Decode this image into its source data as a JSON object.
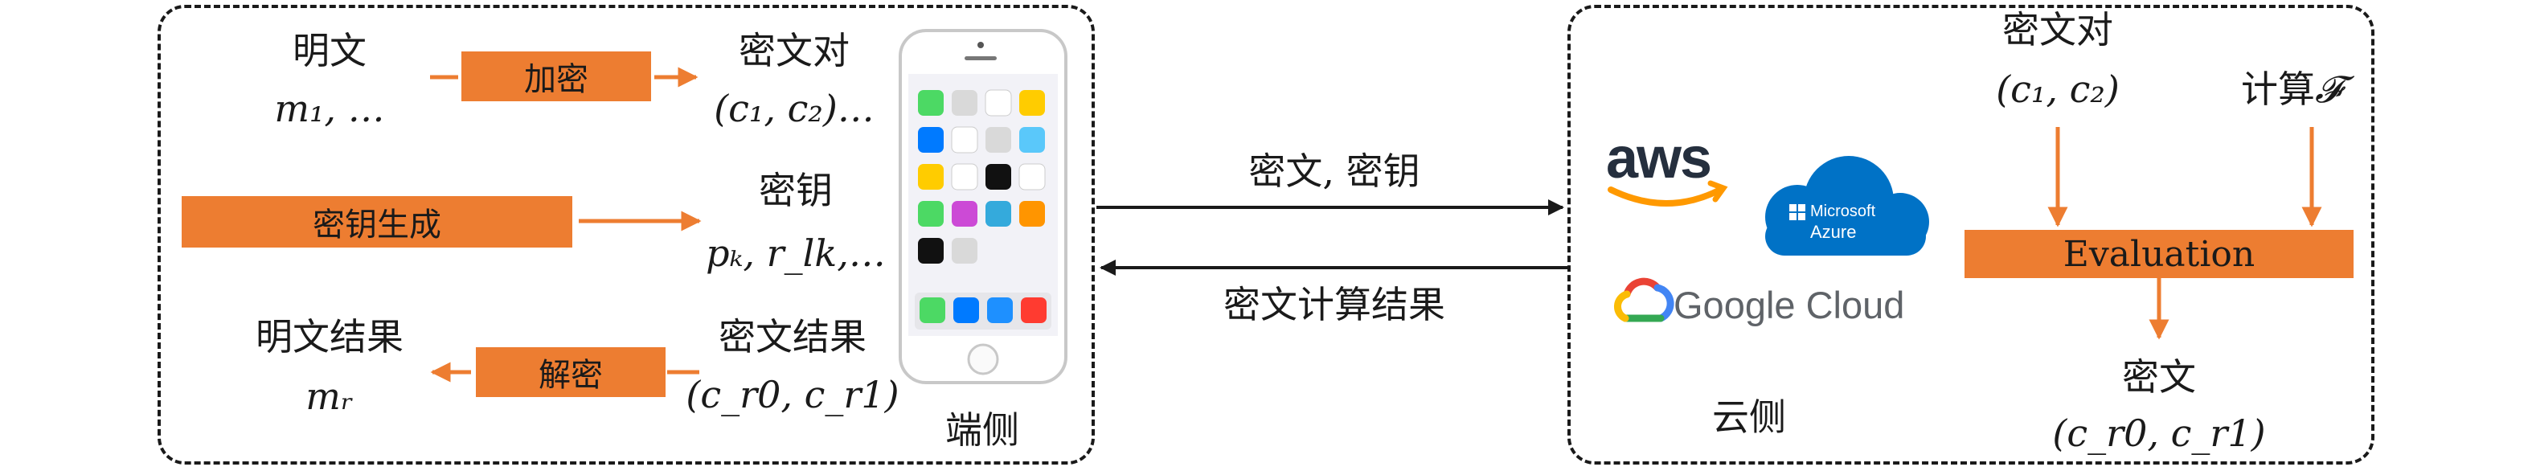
{
  "left_panel": {
    "plaintext_label": "明文",
    "plaintext_math": "m₁, …",
    "encrypt_label": "加密",
    "ciphertext_pair_label": "密文对",
    "ciphertext_pair_math": "(c₁, c₂)…",
    "keygen_label": "密钥生成",
    "key_label": "密钥",
    "key_math": "pₖ, r_lk,…",
    "plain_result_label": "明文结果",
    "plain_result_math": "mᵣ",
    "decrypt_label": "解密",
    "cipher_result_label": "密文结果",
    "cipher_result_math": "(c_r0, c_r1)",
    "device_label": "端侧"
  },
  "middle": {
    "upload_label": "密文, 密钥",
    "download_label": "密文计算结果"
  },
  "right_panel": {
    "ciphertext_pair_label": "密文对",
    "ciphertext_pair_math": "(c₁, c₂)",
    "compute_label": "计算",
    "compute_symbol": "𝓕",
    "evaluation_label": "Evaluation",
    "cipher_label": "密文",
    "cipher_math": "(c_r0, c_r1)",
    "cloud_label": "云侧",
    "logos": {
      "aws": "aws",
      "azure_line1": "Microsoft",
      "azure_line2": "Azure",
      "google": "Google Cloud"
    }
  },
  "colors": {
    "accent": "#ed7d31",
    "line": "#1a1a1a",
    "azure": "#0072c6",
    "aws_smile": "#ff9900"
  }
}
